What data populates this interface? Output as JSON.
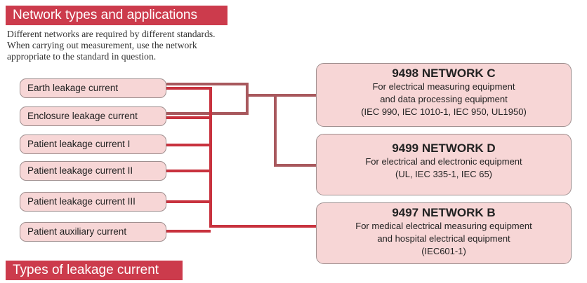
{
  "header": {
    "title": "Network types and applications"
  },
  "intro": [
    "Different networks are required by different standards.",
    "When carrying out measurement, use the network",
    "appropriate to the standard in question."
  ],
  "currents": [
    "Earth leakage current",
    "Enclosure leakage current",
    "Patient leakage current I",
    "Patient leakage current II",
    "Patient leakage current III",
    "Patient auxiliary current"
  ],
  "networks": [
    {
      "title": "9498 NETWORK C",
      "lines": [
        "For electrical measuring equipment",
        "and data processing equipment",
        "(IEC 990, IEC 1010-1, IEC 950,  UL1950)"
      ]
    },
    {
      "title": "9499 NETWORK D",
      "lines": [
        "For electrical and electronic equipment",
        "(UL, IEC 335-1, IEC 65)"
      ]
    },
    {
      "title": "9497 NETWORK B",
      "lines": [
        "For medical electrical measuring equipment",
        "and hospital electrical equipment",
        "(IEC601-1)"
      ]
    }
  ],
  "footer": {
    "title": "Types of leakage current"
  },
  "colors": {
    "banner": "#cc3b4c",
    "box_fill": "#f7d6d6",
    "box_border": "#9f8f8f",
    "wire_red": "#c8323e",
    "wire_brown": "#a8585d"
  }
}
